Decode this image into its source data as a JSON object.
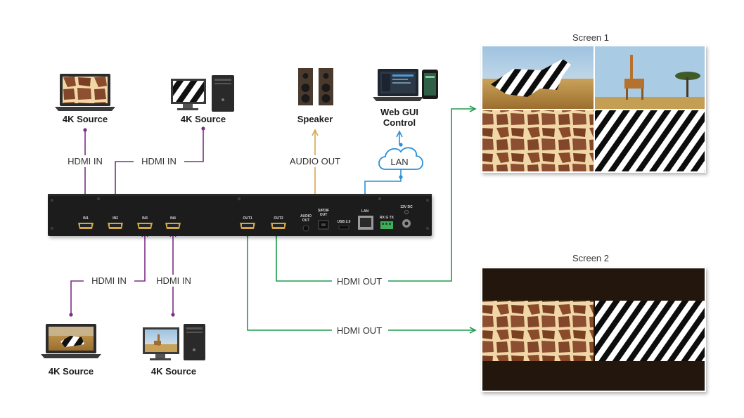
{
  "sources": [
    {
      "label": "4K Source"
    },
    {
      "label": "4K Source"
    },
    {
      "label": "4K Source"
    },
    {
      "label": "4K Source"
    }
  ],
  "speaker": {
    "label": "Speaker"
  },
  "webgui": {
    "line1": "Web GUI",
    "line2": "Control"
  },
  "cloud": {
    "label": "LAN"
  },
  "connections": {
    "hdmi_in": "HDMI IN",
    "audio_out": "AUDIO OUT",
    "hdmi_out": "HDMI OUT"
  },
  "device": {
    "ports": {
      "in1": "IN1",
      "in2": "IN2",
      "in3": "IN3",
      "in4": "IN4",
      "out1": "OUT1",
      "out2": "OUT2",
      "audio_out_1": "AUDIO",
      "audio_out_2": "OUT",
      "spdif_1": "S/PDIF",
      "spdif_2": "OUT",
      "usb": "USB 2.0",
      "lan": "LAN",
      "rxgtx": "RX G TX",
      "dc": "12V DC"
    }
  },
  "screens": [
    {
      "title": "Screen 1"
    },
    {
      "title": "Screen 2"
    }
  ],
  "colors": {
    "hdmi_in": "#7b2f86",
    "audio_out": "#d6a84e",
    "lan": "#2a8fd6",
    "hdmi_out": "#1e9b4b",
    "device": "#1e1e1e"
  }
}
